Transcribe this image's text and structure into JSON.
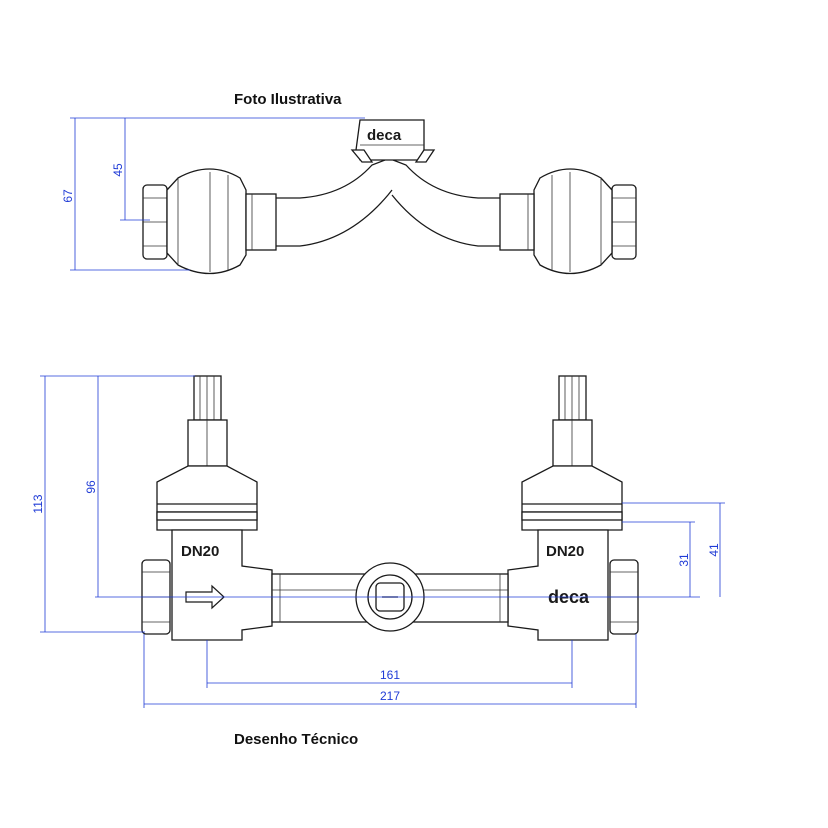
{
  "captions": {
    "top": "Foto Ilustrativa",
    "bottom": "Desenho Técnico"
  },
  "brand": {
    "logo_text": "deca",
    "size_mark": "DN20"
  },
  "dimensions": {
    "top_view": {
      "overall_height": "67",
      "inner_height": "45"
    },
    "front_view": {
      "overall_height": "113",
      "stem_height": "96",
      "center_to_cap": "31",
      "center_to_band": "41",
      "center_spacing": "161",
      "overall_width": "217"
    }
  },
  "colors": {
    "dimension_lines": "#1f3bd6",
    "outline": "#1a1a1a"
  }
}
